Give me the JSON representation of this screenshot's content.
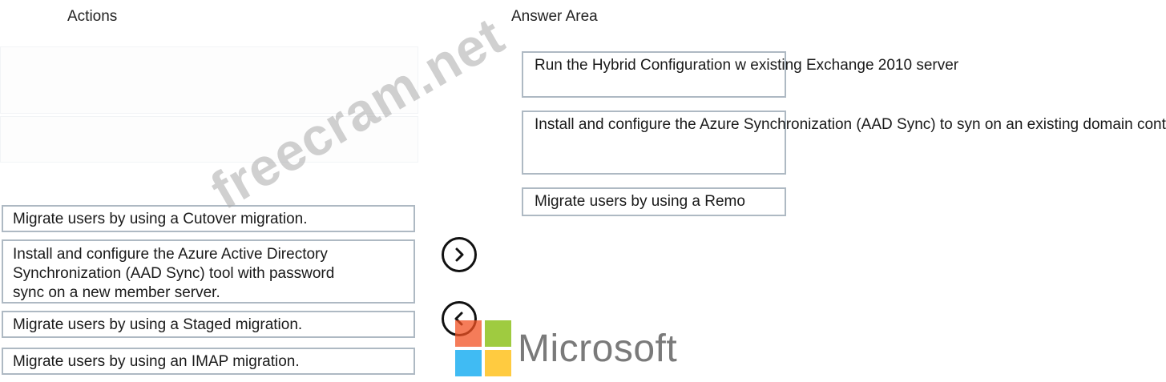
{
  "headings": {
    "actions": "Actions",
    "answer_area": "Answer Area"
  },
  "actions": [
    "Migrate users by using a Cutover migration.",
    "Install and configure the Azure Active Directory\nSynchronization (AAD Sync) tool with password\nsync on a new member server.",
    "Migrate users by using a Staged migration.",
    "Migrate users by using an IMAP migration."
  ],
  "answer_area": [
    "Run the Hybrid Configuration w\nexisting Exchange 2010 server",
    "Install and configure the Azure\nSynchronization (AAD Sync) to\nsyn on an existing domain cont",
    "Migrate users by using a Remo"
  ],
  "controls": {
    "move_right_icon": "chevron-right-icon",
    "move_left_icon": "chevron-left-icon"
  },
  "watermark": "freecram.net",
  "logo": {
    "text": "Microsoft",
    "colors": [
      "#f25022",
      "#7fba00",
      "#00a4ef",
      "#ffb900"
    ]
  }
}
